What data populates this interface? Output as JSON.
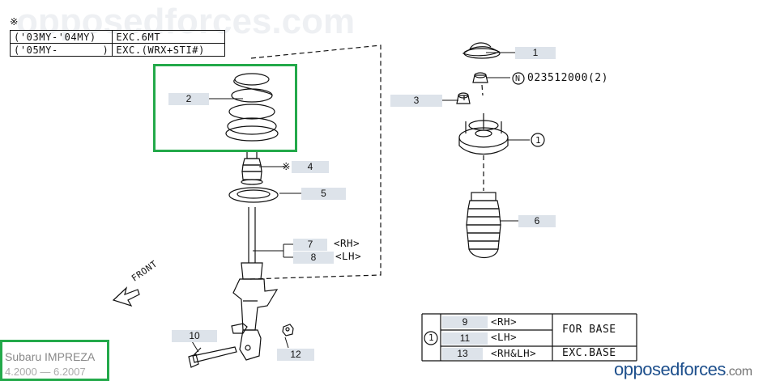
{
  "watermark": {
    "text": "opposedforces.com"
  },
  "note_table": {
    "mark": "※",
    "rows": [
      {
        "years": "('03MY-'04MY)",
        "condition": "EXC.6MT"
      },
      {
        "years": "('05MY-       )",
        "condition": "EXC.(WRX+STI#)"
      }
    ]
  },
  "callouts": [
    {
      "num": "1",
      "target": "strut-mount"
    },
    {
      "num": "2",
      "target": "coil-spring"
    },
    {
      "num": "3",
      "target": "self-locking-nut"
    },
    {
      "num": "4",
      "target": "helper-rubber",
      "mark": "※"
    },
    {
      "num": "5",
      "target": "spring-seat-rubber"
    },
    {
      "num": "6",
      "target": "dust-boot"
    },
    {
      "num": "7",
      "target": "strut-rh",
      "side": "<RH>"
    },
    {
      "num": "8",
      "target": "strut-lh",
      "side": "<LH>"
    },
    {
      "num": "10",
      "target": "bolt"
    },
    {
      "num": "12",
      "target": "nut"
    }
  ],
  "part_number": {
    "circle": "N",
    "code": "023512000(2)"
  },
  "assembly_ref": "1",
  "front_label": "FRONT",
  "bottom_table": {
    "ref": "1",
    "rows": [
      {
        "num": "9",
        "side": "<RH>"
      },
      {
        "num": "11",
        "side": "<LH>"
      },
      {
        "num": "13",
        "side": "<RH&LH>"
      }
    ],
    "cond_a": "FOR BASE",
    "cond_b": "EXC.BASE"
  },
  "vehicle": {
    "name": "Subaru IMPREZA",
    "dates": "4.2000 — 6.2007"
  },
  "brand": {
    "part_a": "opposed",
    "part_b": "forces",
    "part_c": ".com"
  },
  "colors": {
    "highlight": "#23a94a",
    "tag_bg": "#dde3ea",
    "brand_blue": "#1d4f8c",
    "brand_gray": "#777777"
  }
}
